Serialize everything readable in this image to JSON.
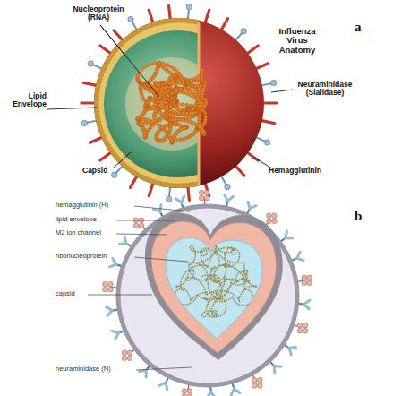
{
  "diagram": {
    "labels": [
      "a",
      "Nucleoprotein (RNA)",
      "Influenza Virus Anatomy",
      "Neuraminidase (Sialidase)",
      "Lipid Envelope",
      "Capsid",
      "Hemagglutinin",
      "b",
      "hemagglutinin (H)",
      "lipid envelope",
      "M2 ion channel",
      "ribonucleoprotein",
      "capsid",
      "neuraminidase (N)"
    ]
  }
}
